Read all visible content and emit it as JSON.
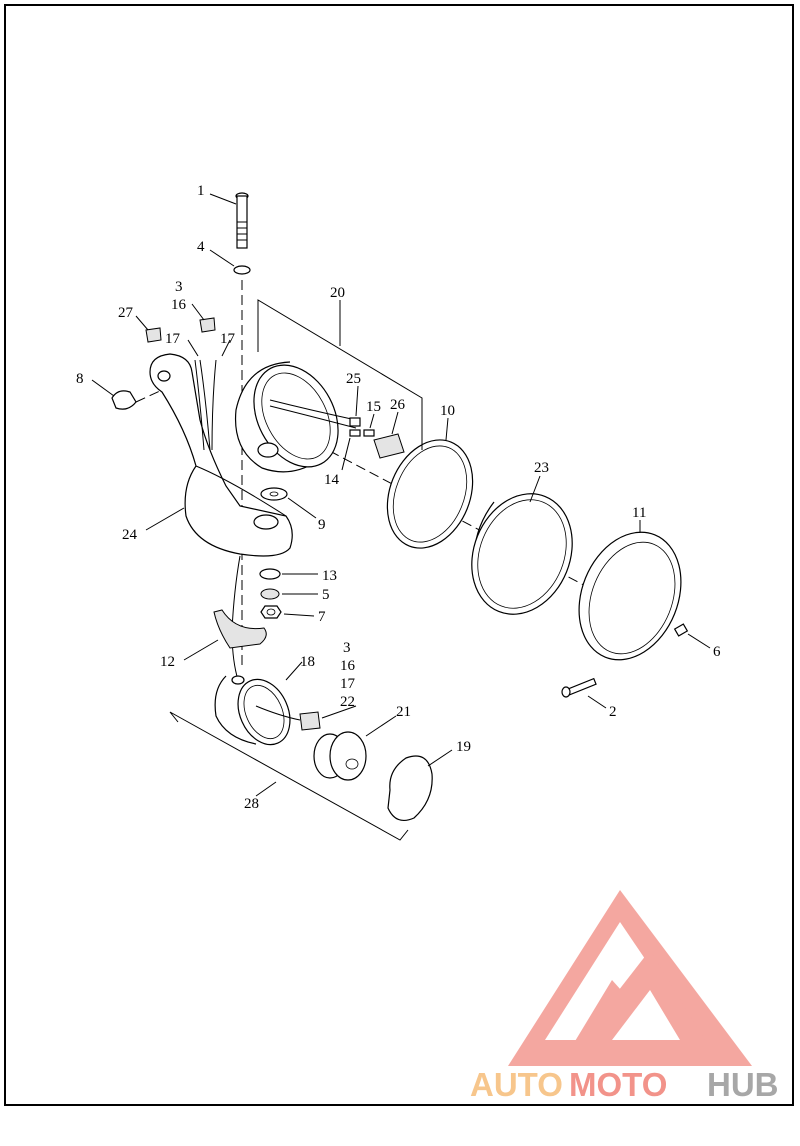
{
  "callouts": {
    "c1": "1",
    "c2": "2",
    "c3a": "3",
    "c16a": "16",
    "c3b": "3",
    "c16b": "16",
    "c17b": "17",
    "c22": "22",
    "c4": "4",
    "c5": "5",
    "c6": "6",
    "c7": "7",
    "c8": "8",
    "c9": "9",
    "c10": "10",
    "c11": "11",
    "c12": "12",
    "c13": "13",
    "c14": "14",
    "c15": "15",
    "c17a": "17",
    "c17c": "17",
    "c18": "18",
    "c19": "19",
    "c20": "20",
    "c21": "21",
    "c23": "23",
    "c24": "24",
    "c25": "25",
    "c26": "26",
    "c27": "27",
    "c28": "28"
  },
  "watermark": {
    "word1": "AUTO",
    "word2": "MOTO",
    "word3": "HUB",
    "color_auto": "#f7c68c",
    "color_moto": "#f2938a",
    "color_hub": "#a7a7a7",
    "logo_color": "#f4a39b",
    "logo_shape": "triangle-m-logo"
  }
}
